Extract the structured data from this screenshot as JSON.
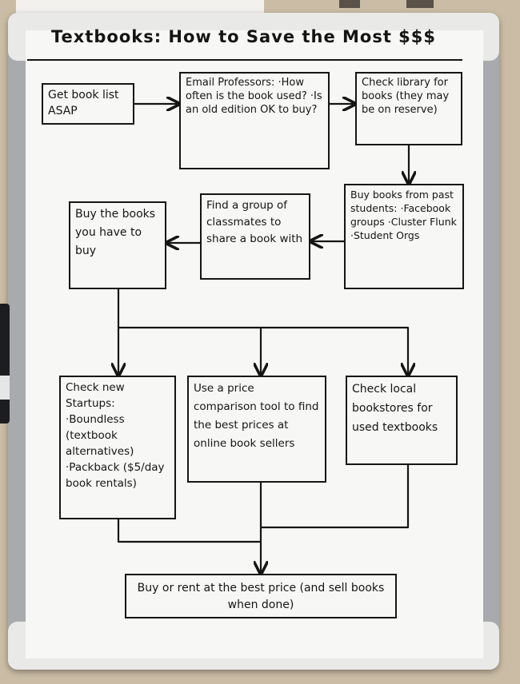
{
  "title": "Textbooks: How to Save the Most $$$",
  "nodes": [
    {
      "id": "get_list",
      "text": "Get book\nlist ASAP"
    },
    {
      "id": "email_profs",
      "text": "Email Professors:\n·How often is\nthe book used?\n·Is an old edition\nOK to buy?"
    },
    {
      "id": "library",
      "text": "Check library\nfor books\n(they may be\non reserve)"
    },
    {
      "id": "past_students",
      "text": "Buy books from\npast students:\n·Facebook groups\n·Cluster Flunk\n·Student Orgs"
    },
    {
      "id": "classmates",
      "text": "Find a group\nof classmates\nto share a\nbook with"
    },
    {
      "id": "buy_have_to",
      "text": "Buy the\nbooks you\nhave to\nbuy"
    },
    {
      "id": "startups",
      "text": "Check new\nStartups:\n·Boundless\n(textbook\nalternatives)\n·Packback\n($5/day book\nrentals)"
    },
    {
      "id": "price_tool",
      "text": "Use a price\ncomparison tool\nto find the best\nprices at online\nbook sellers"
    },
    {
      "id": "local_stores",
      "text": "Check local\nbookstores\nfor used\ntextbooks"
    },
    {
      "id": "final",
      "text": "Buy or rent at the best price\n(and sell books when done)"
    }
  ],
  "edges": [
    {
      "from": "get_list",
      "to": "email_profs"
    },
    {
      "from": "email_profs",
      "to": "library"
    },
    {
      "from": "library",
      "to": "past_students"
    },
    {
      "from": "past_students",
      "to": "classmates"
    },
    {
      "from": "classmates",
      "to": "buy_have_to"
    },
    {
      "from": "buy_have_to",
      "to": "startups"
    },
    {
      "from": "buy_have_to",
      "to": "price_tool"
    },
    {
      "from": "buy_have_to",
      "to": "local_stores"
    },
    {
      "from": "startups",
      "to": "final"
    },
    {
      "from": "price_tool",
      "to": "final"
    },
    {
      "from": "local_stores",
      "to": "final"
    }
  ],
  "colors": {
    "ink": "#151515",
    "board": "#f7f7f5",
    "frame": "#a8aaad"
  }
}
